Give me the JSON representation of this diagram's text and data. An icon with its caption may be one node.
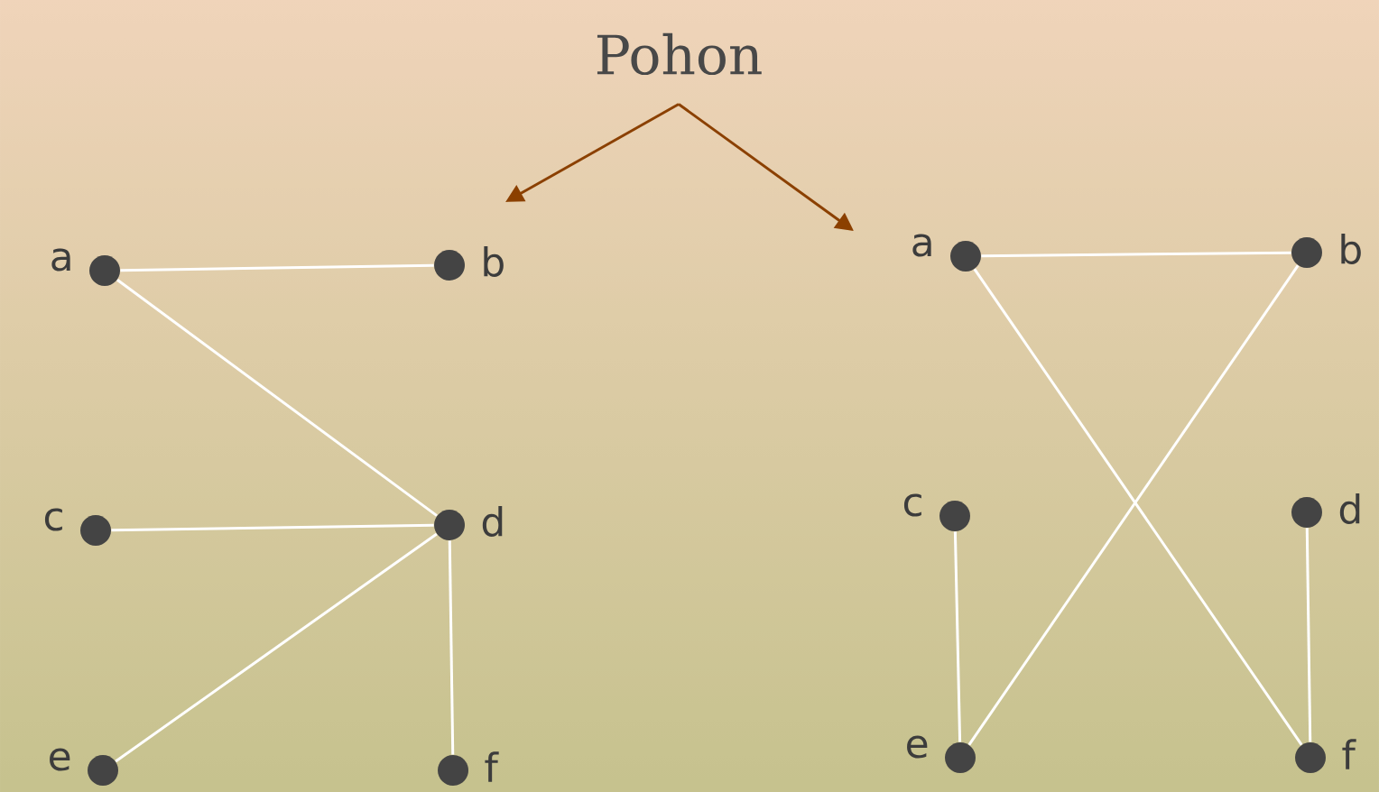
{
  "diagram": {
    "nodes": [
      {
        "text": [
          "Pohon"
        ]
      },
      {
        "text": [],
        "shape": "circle",
        "beside": [
          "a"
        ]
      },
      {
        "text": [],
        "shape": "circle",
        "beside": [
          "b"
        ]
      },
      {
        "text": [],
        "shape": "circle",
        "beside": [
          "c"
        ]
      },
      {
        "text": [],
        "shape": "circle",
        "beside": [
          "d"
        ]
      },
      {
        "text": [],
        "shape": "circle",
        "beside": [
          "e"
        ]
      },
      {
        "text": [],
        "shape": "circle",
        "beside": [
          "f"
        ]
      },
      {
        "text": [],
        "shape": "circle",
        "beside": [
          "a"
        ]
      },
      {
        "text": [],
        "shape": "circle",
        "beside": [
          "b"
        ]
      },
      {
        "text": [],
        "shape": "circle",
        "beside": [
          "c"
        ]
      },
      {
        "text": [],
        "shape": "circle",
        "beside": [
          "d"
        ]
      },
      {
        "text": [],
        "shape": "circle",
        "beside": [
          "e"
        ]
      },
      {
        "text": [],
        "shape": "circle",
        "beside": [
          "f"
        ]
      }
    ],
    "edges": [
      {
        "from": 0,
        "to": null,
        "arrow": "to",
        "color": "#8b4000"
      },
      {
        "from": 0,
        "to": null,
        "arrow": "to",
        "color": "#8b4000"
      },
      {
        "from": 1,
        "to": 2,
        "arrow": "none"
      },
      {
        "from": 1,
        "to": 4,
        "arrow": "none"
      },
      {
        "from": 3,
        "to": 4,
        "arrow": "none"
      },
      {
        "from": 5,
        "to": 4,
        "arrow": "none"
      },
      {
        "from": 4,
        "to": 6,
        "arrow": "none"
      },
      {
        "from": 7,
        "to": 8,
        "arrow": "none"
      },
      {
        "from": 7,
        "to": 12,
        "arrow": "none"
      },
      {
        "from": 8,
        "to": 11,
        "arrow": "none"
      },
      {
        "from": 9,
        "to": 11,
        "arrow": "none"
      },
      {
        "from": 10,
        "to": 12,
        "arrow": "none"
      }
    ]
  }
}
